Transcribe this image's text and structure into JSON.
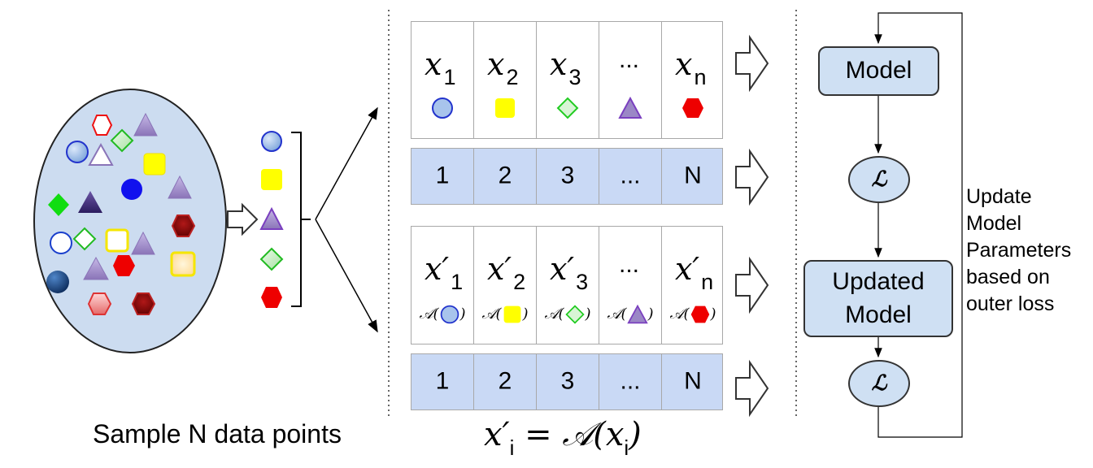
{
  "sample_caption": "Sample N data points",
  "vars_row": [
    {
      "base": "x",
      "sub": "1",
      "symbol": "blue-circle"
    },
    {
      "base": "x",
      "sub": "2",
      "symbol": "yellow-square"
    },
    {
      "base": "x",
      "sub": "3",
      "symbol": "green-diamond"
    },
    {
      "base": "...",
      "sub": "",
      "symbol": "purple-triangle"
    },
    {
      "base": "x",
      "sub": "n",
      "symbol": "red-hexagon"
    }
  ],
  "index_row_1": [
    "1",
    "2",
    "3",
    "...",
    "N"
  ],
  "aug_row": [
    {
      "base": "x′",
      "sub": "1",
      "symbol": "blue-circle",
      "aug_prefix": "𝒜(",
      "aug_suffix": ")"
    },
    {
      "base": "x′",
      "sub": "2",
      "symbol": "yellow-square",
      "aug_prefix": "𝒜(",
      "aug_suffix": ")"
    },
    {
      "base": "x′",
      "sub": "3",
      "symbol": "green-diamond",
      "aug_prefix": "𝒜(",
      "aug_suffix": ")"
    },
    {
      "base": "...",
      "sub": "",
      "symbol": "purple-triangle",
      "aug_prefix": "𝒜(",
      "aug_suffix": ")"
    },
    {
      "base": "x′",
      "sub": "n",
      "symbol": "red-hexagon",
      "aug_prefix": "𝒜(",
      "aug_suffix": ")"
    }
  ],
  "index_row_2": [
    "1",
    "2",
    "3",
    "...",
    "N"
  ],
  "formula": {
    "lhs": "x′",
    "lhs_sub": "i",
    "eq": " = 𝒜(x",
    "rhs_sub": "i",
    "close": ")"
  },
  "model_label": "Model",
  "updated_model_label": "Updated Model",
  "loss_symbol": "ℒ",
  "update_text": [
    "Update",
    "Model",
    "Parameters",
    "based on",
    "outer loss"
  ],
  "colors": {
    "ellipse_fill": "#ccdcf0",
    "table_fill": "#c9d9f5",
    "model_fill": "#cfe0f3",
    "blue": "#1a1aee",
    "yellow": "#ffff00",
    "green": "#22cc22",
    "purple": "#9b87c6",
    "red": "#ee0000"
  }
}
